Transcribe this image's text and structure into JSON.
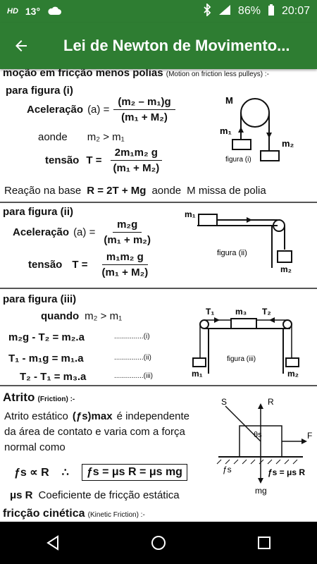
{
  "status": {
    "carrier": "HD",
    "temp": "13°",
    "battery": "86%",
    "time": "20:07"
  },
  "appbar": {
    "title": "Lei de Newton de Movimento..."
  },
  "section1": {
    "heading": "moção em fricção menos polias",
    "heading_en": "(Motion on friction less pulleys) :-",
    "fig_label": "para figura (i)",
    "accel_label": "Aceleração",
    "accel_sym": "(a) =",
    "accel_num": "(m₂ – m₁)g",
    "accel_den": "(m₁ + M₂)",
    "where": "aonde",
    "cond": "m₂ > m₁",
    "tension_label": "tensão",
    "tension_sym": "T =",
    "tension_num": "2m₁m₂ g",
    "tension_den": "(m₁ + M₂)",
    "reaction": "Reação na base",
    "reaction_eq": "R = 2T + Mg",
    "reaction_where": "aonde",
    "reaction_note": "M missa de polia",
    "diag_M": "M",
    "diag_m1": "m₁",
    "diag_m2": "m₂",
    "diag_caption": "figura (i)"
  },
  "section2": {
    "fig_label": "para figura (ii)",
    "accel_label": "Aceleração",
    "accel_sym": "(a) =",
    "accel_num": "m₂g",
    "accel_den": "(m₁ + m₂)",
    "tension_label": "tensão",
    "tension_sym": "T =",
    "tension_num": "m₁m₂ g",
    "tension_den": "(m₁ + M₂)",
    "diag_m1": "m₁",
    "diag_m2": "m₂",
    "diag_caption": "figura (ii)"
  },
  "section3": {
    "fig_label": "para figura (iii)",
    "when": "quando",
    "cond": "m₂ > m₁",
    "eq1": "m₂g - T₂ = m₂.a",
    "eq1_ref": "...............(i)",
    "eq2": "T₁ - m₁g = m₁.a",
    "eq2_ref": "...............(ii)",
    "eq3": "T₂ - T₁ = m₃.a",
    "eq3_ref": "...............(iii)",
    "diag_T1": "T₁",
    "diag_T2": "T₂",
    "diag_m1": "m₁",
    "diag_m2": "m₂",
    "diag_m3": "m₃",
    "diag_caption": "figura (iii)"
  },
  "section4": {
    "heading": "Atrito",
    "heading_en": "(Friction) :-",
    "text1": "Atrito estático",
    "fs_max": "(ƒs)max",
    "text1b": "é independente",
    "text2": "da área de contato e varia com a força",
    "text3": "normal como",
    "prop": "ƒs ∝ R",
    "therefore": "∴",
    "boxed_eq": "ƒs = μs R = μs mg",
    "coef_sym": "μs R",
    "coef_text": "Coeficiente de fricção estática",
    "diag_S": "S",
    "diag_R": "R",
    "diag_theta": "θs",
    "diag_F": "F",
    "diag_fs": "ƒs",
    "diag_eq": "ƒs = μs R",
    "diag_mg": "mg",
    "kinetic": "fricção cinética",
    "kinetic_en": "(Kinetic Friction) :-"
  }
}
